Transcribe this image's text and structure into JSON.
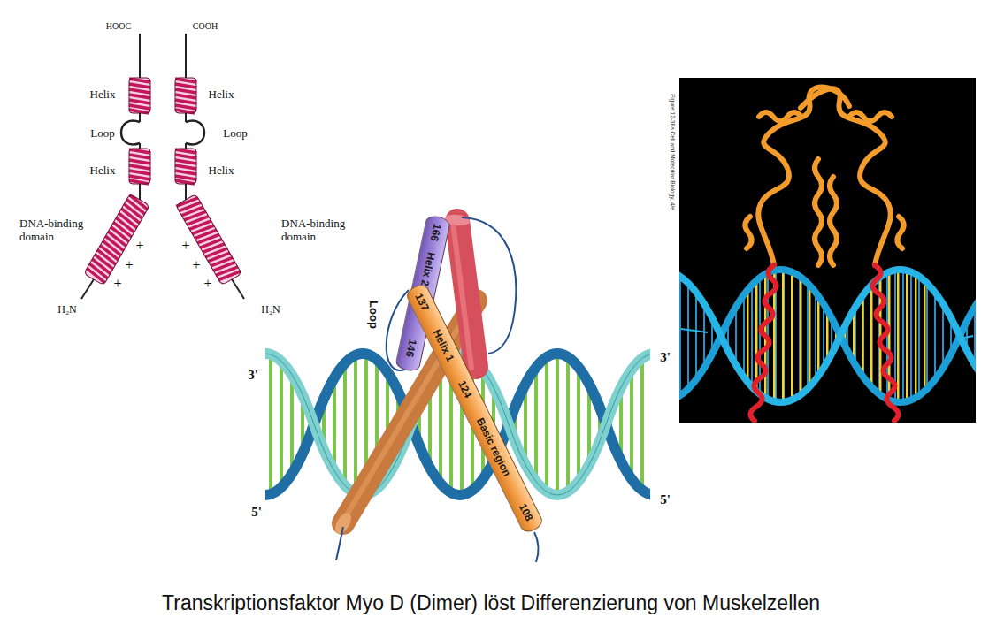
{
  "diagram": {
    "caption": "Transkriptionsfaktor Myo D (Dimer) löst Differenzierung von Muskelzellen",
    "nodes": [
      {
        "text": [
          "166",
          "Helix 2",
          "146"
        ]
      },
      {
        "text": [
          "137",
          "Helix 1",
          "124",
          "Basic region",
          "108"
        ]
      }
    ],
    "labels": [
      "HOOC",
      "COOH",
      "Helix",
      "Helix",
      "Loop",
      "Loop",
      "Helix",
      "Helix",
      "DNA-binding domain",
      "DNA-binding domain",
      "+",
      "+",
      "+",
      "+",
      "+",
      "+",
      "H₂N",
      "H₂N",
      "Loop",
      "3'",
      "5'",
      "3'",
      "5'",
      "Figure 12-38a Cell and Molecular Biology, 4/e"
    ]
  }
}
